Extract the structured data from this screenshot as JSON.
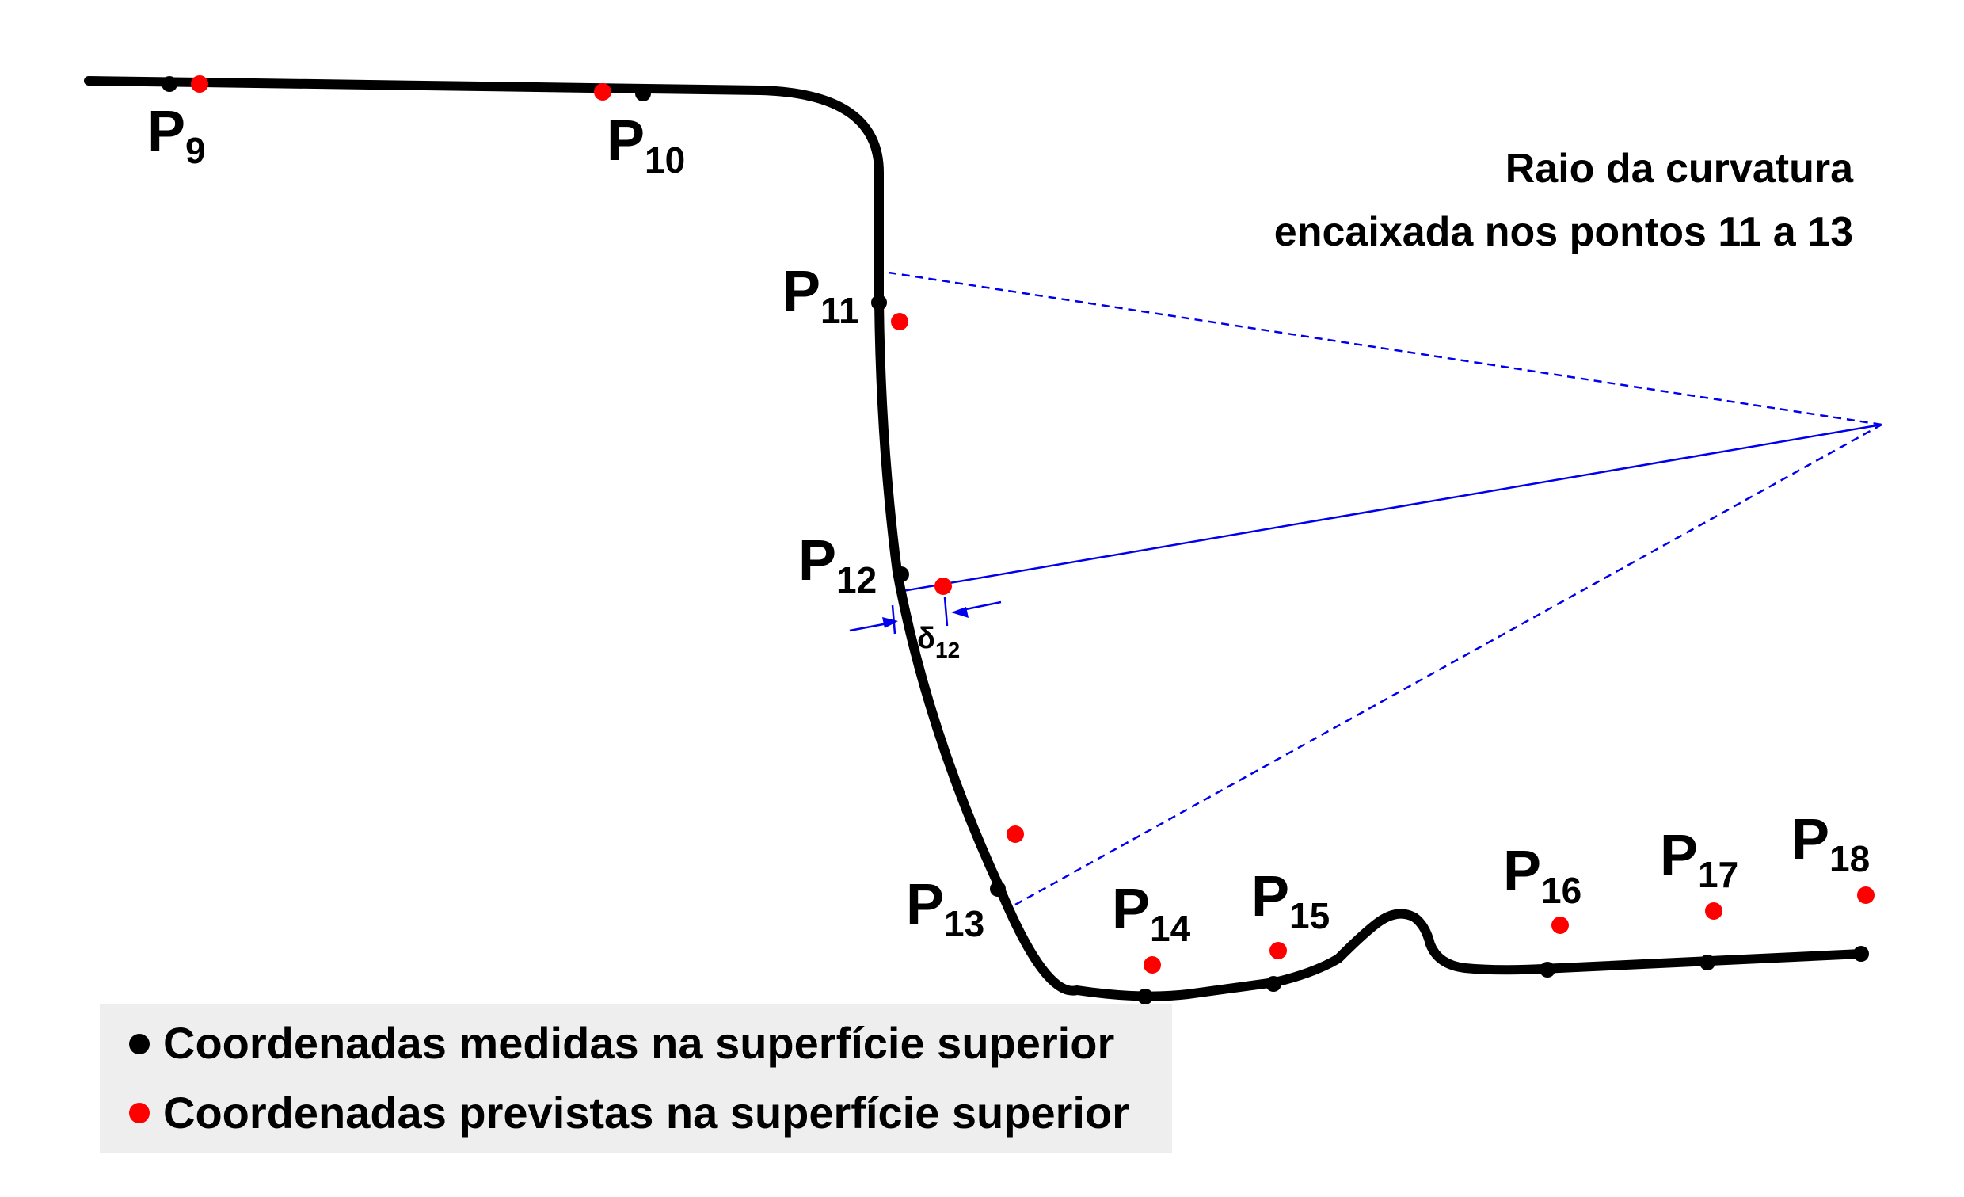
{
  "annotation": {
    "title_line1": "Raio da curvatura",
    "title_line2": "encaixada nos pontos 11 a 13",
    "delta_symbol": "δ",
    "delta_subscript": "12"
  },
  "points": [
    {
      "prefix": "P",
      "sub": "9"
    },
    {
      "prefix": "P",
      "sub": "10"
    },
    {
      "prefix": "P",
      "sub": "11"
    },
    {
      "prefix": "P",
      "sub": "12"
    },
    {
      "prefix": "P",
      "sub": "13"
    },
    {
      "prefix": "P",
      "sub": "14"
    },
    {
      "prefix": "P",
      "sub": "15"
    },
    {
      "prefix": "P",
      "sub": "16"
    },
    {
      "prefix": "P",
      "sub": "17"
    },
    {
      "prefix": "P",
      "sub": "18"
    }
  ],
  "legend": {
    "measured": "Coordenadas medidas na superfície superior",
    "predicted": "Coordenadas previstas na superfície superior"
  },
  "colors": {
    "measured": "#000000",
    "predicted": "#ff0000",
    "construction": "#0000ee",
    "legend_bg": "#eeeeee"
  }
}
